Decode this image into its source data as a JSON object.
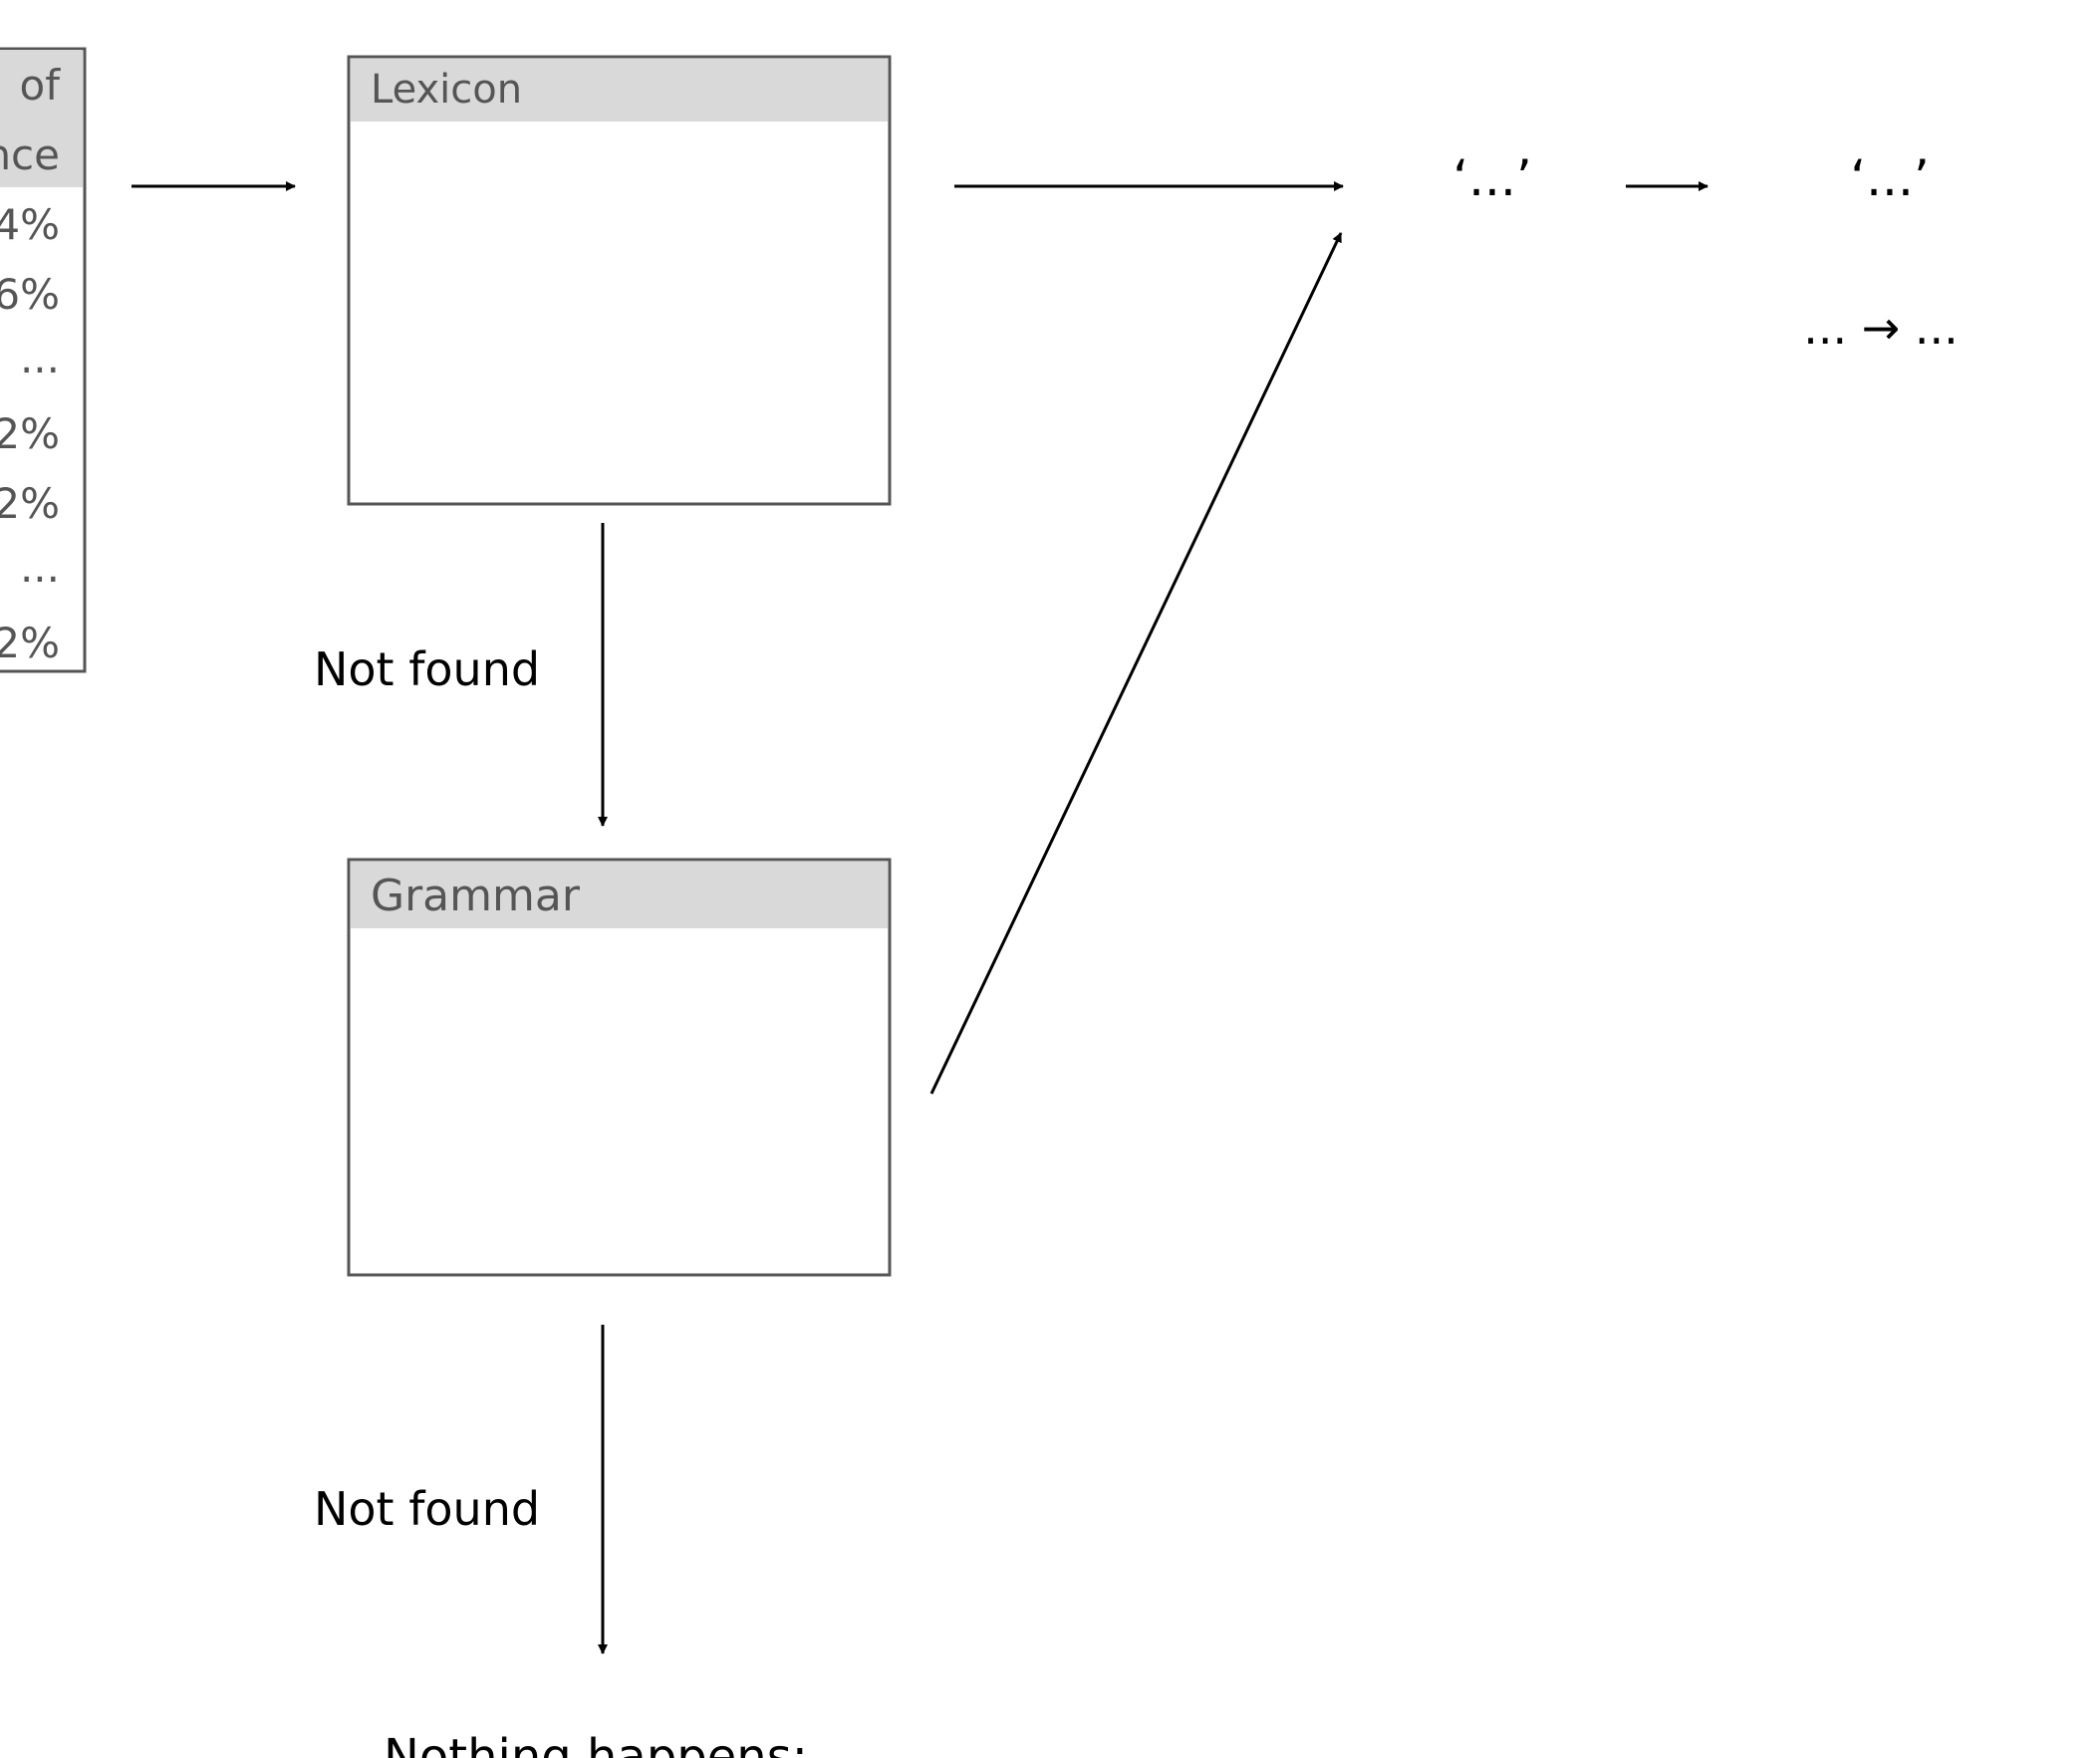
{
  "left_table": {
    "header_lines": [
      "of",
      "nce"
    ],
    "rows": [
      "4%",
      "6%",
      "...",
      "2%",
      "2%",
      "...",
      "2%"
    ]
  },
  "lexicon_box": {
    "title": "Lexicon"
  },
  "grammar_box": {
    "title": "Grammar"
  },
  "not_found_1": "Not found",
  "not_found_2": "Not found",
  "output": {
    "quote_1": "‘...’",
    "quote_2": "‘...’",
    "mapping": "... → ..."
  },
  "bottom_text": "Nothing happens:"
}
